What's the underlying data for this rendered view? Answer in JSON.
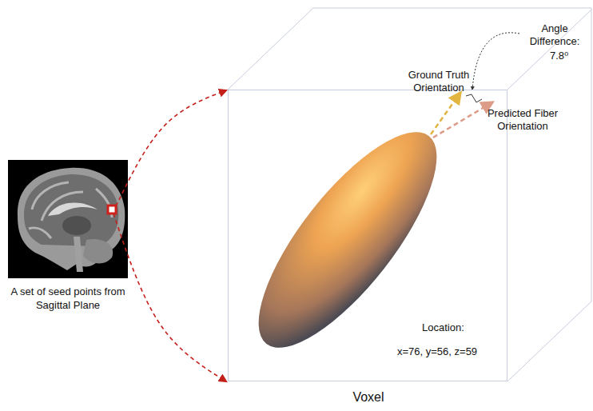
{
  "diagram": {
    "nodes": [
      {
        "text": [
          "A set of seed points from Sagittal Plane"
        ]
      },
      {
        "text": [
          "Voxel"
        ]
      }
    ],
    "edges": [
      {
        "from": 0,
        "to": 1,
        "arrow": "to"
      },
      {
        "from": 0,
        "to": 1,
        "arrow": "to"
      }
    ],
    "labels": [
      "Ground Truth Orientation",
      "Angle Difference:",
      "7.8⁰",
      "Predicted Fiber Orientation",
      "Location:",
      "x=76, y=56, z=59"
    ]
  }
}
